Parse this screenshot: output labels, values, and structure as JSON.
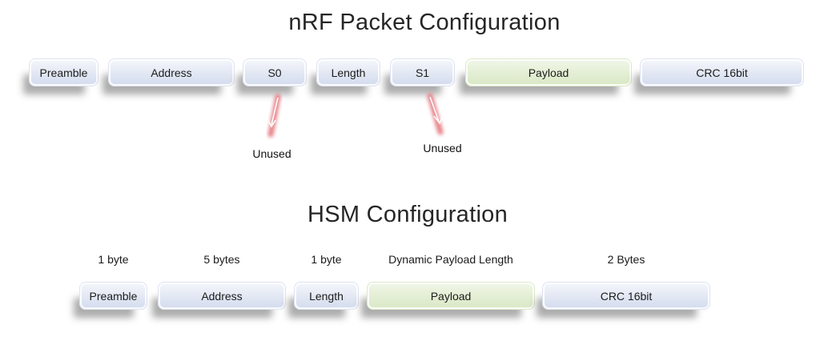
{
  "nrf": {
    "title": "nRF Packet Configuration",
    "fields": [
      {
        "label": "Preamble",
        "color": "blue"
      },
      {
        "label": "Address",
        "color": "blue"
      },
      {
        "label": "S0",
        "color": "blue",
        "note": "Unused"
      },
      {
        "label": "Length",
        "color": "blue"
      },
      {
        "label": "S1",
        "color": "blue",
        "note": "Unused"
      },
      {
        "label": "Payload",
        "color": "green"
      },
      {
        "label": "CRC 16bit",
        "color": "blue"
      }
    ]
  },
  "hsm": {
    "title": "HSM Configuration",
    "fields": [
      {
        "label": "Preamble",
        "size": "1 byte",
        "color": "blue"
      },
      {
        "label": "Address",
        "size": "5 bytes",
        "color": "blue"
      },
      {
        "label": "Length",
        "size": "1 byte",
        "color": "blue"
      },
      {
        "label": "Payload",
        "size": "Dynamic Payload Length",
        "color": "green"
      },
      {
        "label": "CRC 16bit",
        "size": "2 Bytes",
        "color": "blue"
      }
    ]
  },
  "colors": {
    "field_blue": "#d3dbee",
    "field_green": "#d9e8c4",
    "arrow_pink": "#e4737a",
    "title_text": "#262626",
    "body_text": "#1c1c1c",
    "background": "#ffffff"
  }
}
